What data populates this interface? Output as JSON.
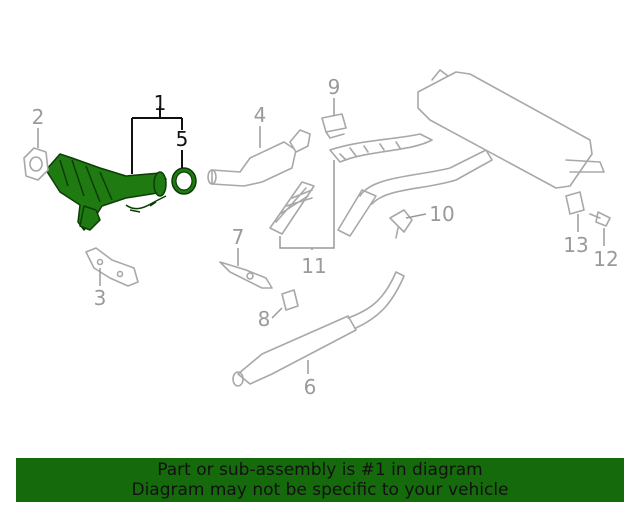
{
  "callouts": {
    "c1": "1",
    "c2": "2",
    "c3": "3",
    "c4": "4",
    "c5": "5",
    "c6": "6",
    "c7": "7",
    "c8": "8",
    "c9": "9",
    "c10": "10",
    "c11": "11",
    "c12": "12",
    "c13": "13"
  },
  "highlight": {
    "part": "1",
    "color": "#1f7a12"
  },
  "banner": {
    "line1": "Part or sub-assembly is #1 in diagram",
    "line2": "Diagram may not be specific to your vehicle",
    "color": "#156b0c"
  }
}
